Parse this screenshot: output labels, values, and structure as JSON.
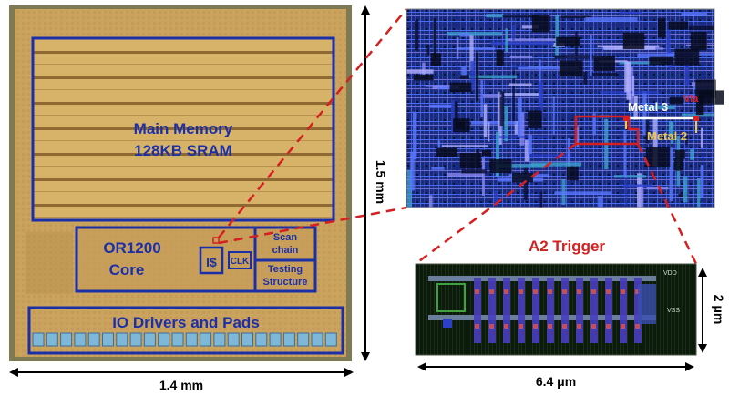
{
  "chip": {
    "memory_label_line1": "Main Memory",
    "memory_label_line2": "128KB SRAM",
    "core_label_line1": "OR1200",
    "core_label_line2": "Core",
    "icache_label": "I$",
    "clk_label": "CLK",
    "scan_label_line1": "Scan",
    "scan_label_line2": "chain",
    "testing_label_line1": "Testing",
    "testing_label_line2": "Structure",
    "io_label": "IO Drivers and Pads"
  },
  "dimensions": {
    "height": "1.5 mm",
    "width": "1.4 mm",
    "trigger_height": "2 μm",
    "trigger_width": "6.4 μm"
  },
  "zoom": {
    "metal3_label": "Metal 3",
    "via_label": "Via",
    "metal2_label": "Metal 2"
  },
  "trigger": {
    "title": "A2 Trigger",
    "vdd_label": "VDD",
    "vss_label": "VSS"
  },
  "colors": {
    "annotation_blue": "#1b2fa8",
    "trigger_red": "#d42020",
    "die_gold": "#c9a25a",
    "metal3_white": "#ffffff",
    "metal2_yellow": "#f0c850",
    "via_red": "#e02020"
  }
}
